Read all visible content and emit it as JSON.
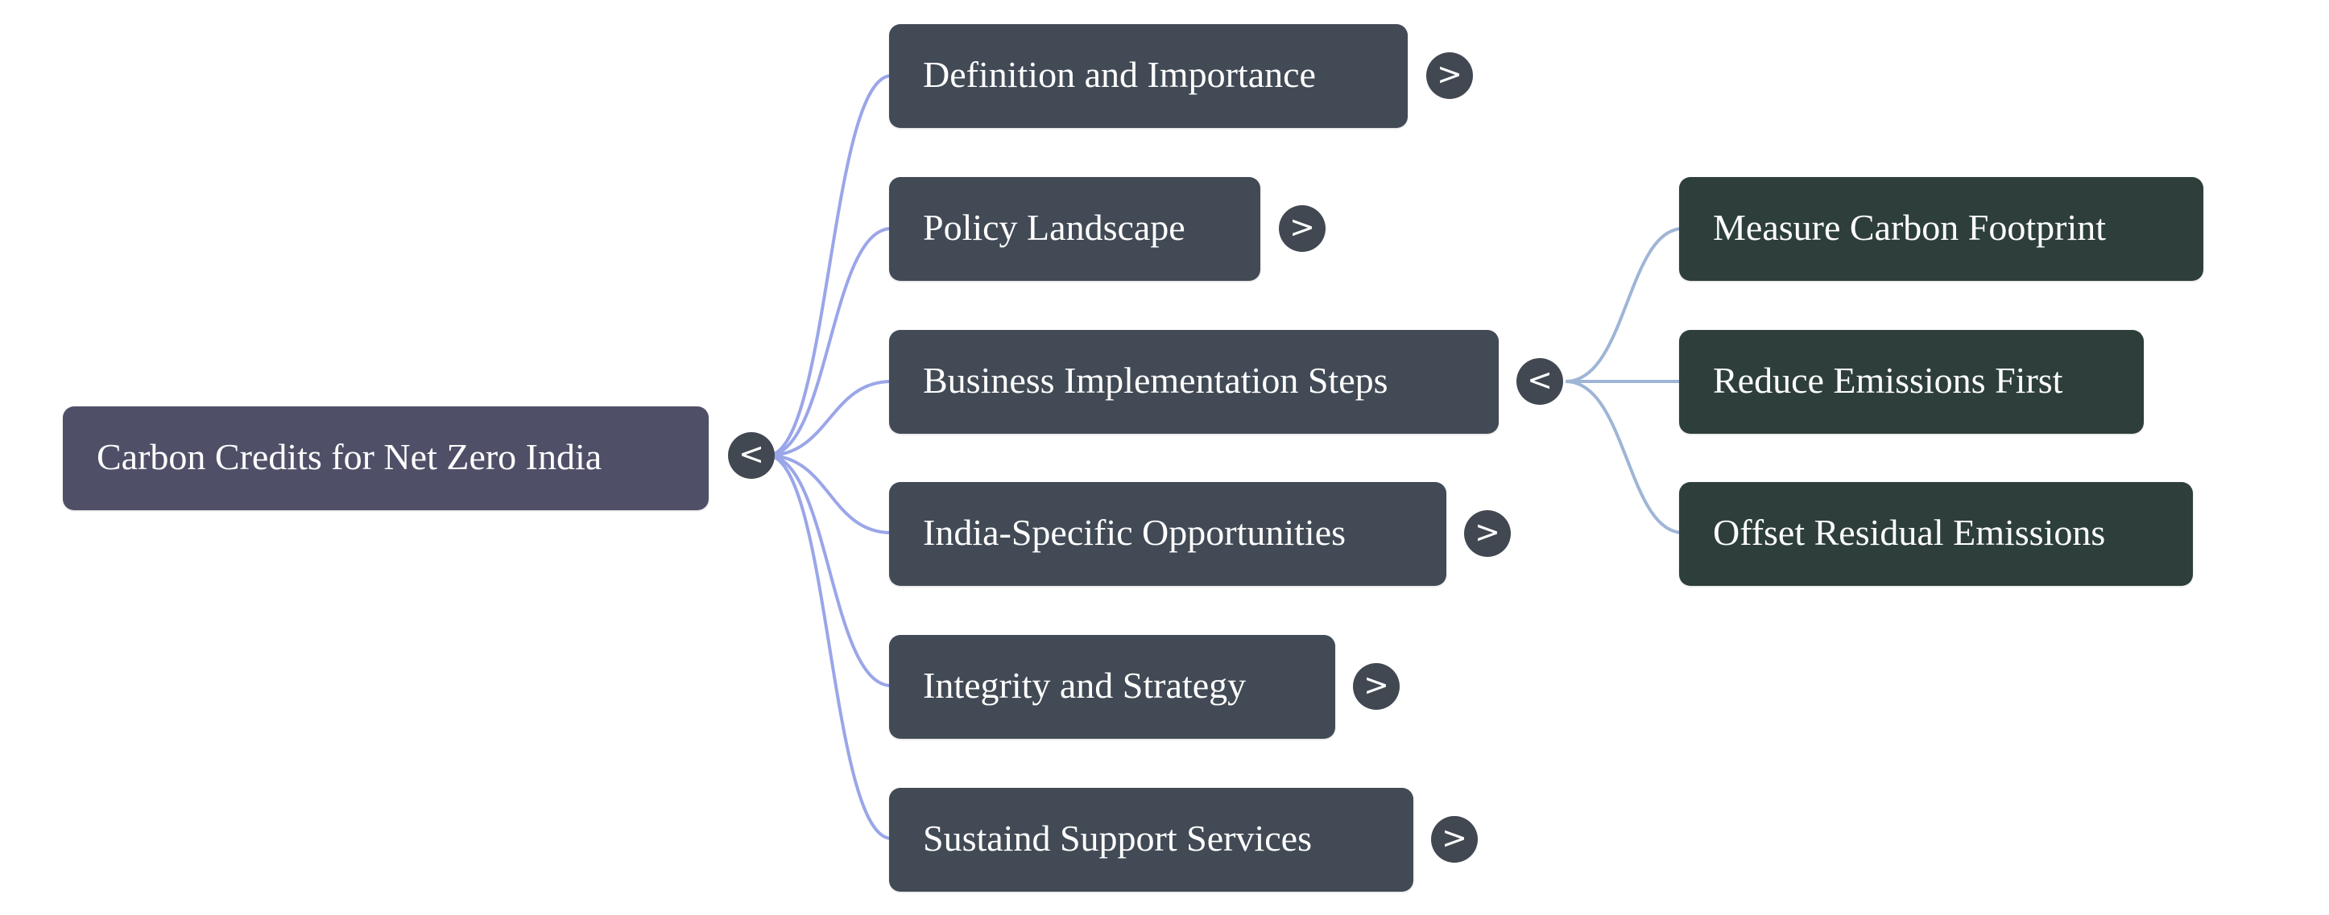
{
  "mindmap": {
    "root": {
      "label": "Carbon Credits for Net Zero India",
      "toggle": "<",
      "expanded": true
    },
    "branches": [
      {
        "label": "Definition and Importance",
        "toggle": ">",
        "expanded": false
      },
      {
        "label": "Policy Landscape",
        "toggle": ">",
        "expanded": false
      },
      {
        "label": "Business Implementation Steps",
        "toggle": "<",
        "expanded": true,
        "children": [
          {
            "label": "Measure Carbon Footprint"
          },
          {
            "label": "Reduce Emissions First"
          },
          {
            "label": "Offset Residual Emissions"
          }
        ]
      },
      {
        "label": "India-Specific Opportunities",
        "toggle": ">",
        "expanded": false
      },
      {
        "label": "Integrity and Strategy",
        "toggle": ">",
        "expanded": false
      },
      {
        "label": "Sustaind Support Services",
        "toggle": ">",
        "expanded": false
      }
    ],
    "colors": {
      "root_node": "#4f5068",
      "branch_node": "#424a55",
      "leaf_node": "#2e3f3b",
      "toggle": "#414852",
      "root_link": "#9aa6e8",
      "branch_link": "#9fb5d6"
    }
  }
}
